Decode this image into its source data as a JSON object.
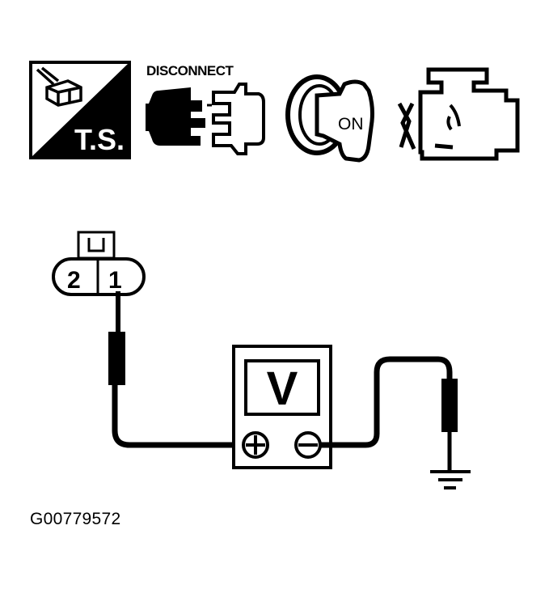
{
  "header_icons": [
    {
      "name": "troubleshooting",
      "label": "T.S."
    },
    {
      "name": "disconnect",
      "label": "DISCONNECT"
    },
    {
      "name": "ignition-on",
      "label": "ON"
    },
    {
      "name": "engine-off",
      "label": ""
    }
  ],
  "connector": {
    "terminals": [
      "2",
      "1"
    ],
    "probed_terminal": "1"
  },
  "meter": {
    "display": "V",
    "positive": "+",
    "negative": "−"
  },
  "ground": {
    "label": ""
  },
  "figure_id": "G00779572",
  "colors": {
    "ink": "#000000",
    "paper": "#ffffff"
  }
}
